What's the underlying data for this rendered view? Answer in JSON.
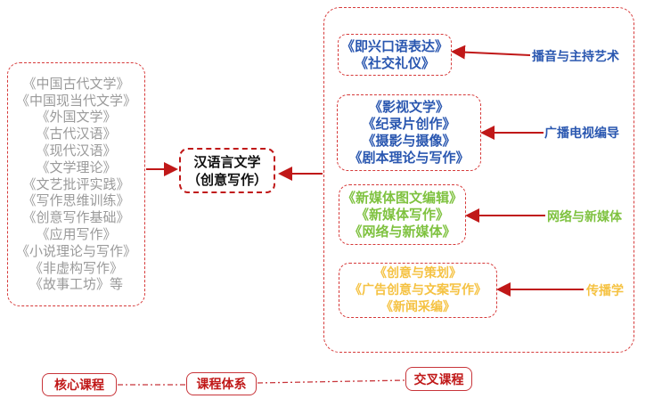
{
  "left_courses": {
    "items": [
      "《中国古代文学》",
      "《中国现当代文学》",
      "《外国文学》",
      "《古代汉语》",
      "《现代汉语》",
      "《文学理论》",
      "《文艺批评实践》",
      "《写作思维训练》",
      "《创意写作基础》",
      "《应用写作》",
      "《小说理论与写作》",
      "《非虚构写作》",
      "《故事工坊》等"
    ]
  },
  "center": {
    "line1": "汉语言文学",
    "line2": "（创意写作）"
  },
  "groups": [
    {
      "name": "播音与主持艺术",
      "color": "#2a57b0",
      "items": [
        "《即兴口语表达》",
        "《社交礼仪》"
      ]
    },
    {
      "name": "广播电视编导",
      "color": "#2a57b0",
      "items": [
        "《影视文学》",
        "《纪录片创作》",
        "《摄影与摄像》",
        "《剧本理论与写作》"
      ]
    },
    {
      "name": "网络与新媒体",
      "color": "#7fc240",
      "items": [
        "《新媒体图文编辑》",
        "《新媒体写作》",
        "《网络与新媒体》"
      ]
    },
    {
      "name": "传播学",
      "color": "#f5c242",
      "items": [
        "《创意与策划》",
        "《广告创意与文案写作》",
        "《新闻采编》"
      ]
    }
  ],
  "legend": {
    "core": "核心课程",
    "system": "课程体系",
    "cross": "交叉课程"
  },
  "colors": {
    "dashed_border": "#d63a3a",
    "arrow": "#c01818"
  }
}
